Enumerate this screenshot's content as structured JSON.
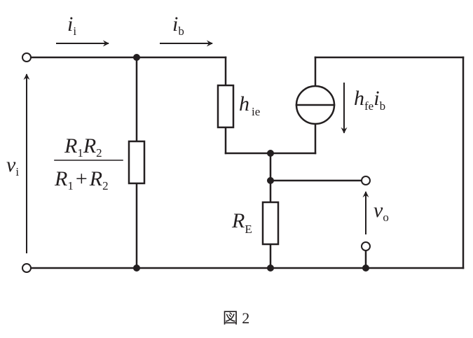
{
  "labels": {
    "input_current": {
      "sym": "i",
      "sub": "i"
    },
    "base_current": {
      "sym": "i",
      "sub": "b"
    },
    "input_voltage": {
      "sym": "v",
      "sub": "i"
    },
    "output_voltage": {
      "sym": "v",
      "sub": "o"
    },
    "hie": {
      "sym": "h",
      "sub": "ie"
    },
    "source": {
      "sym1": "h",
      "sub1": "fe",
      "sym2": "i",
      "sub2": "b"
    },
    "re": {
      "sym": "R",
      "sub": "E"
    },
    "bias": {
      "num": {
        "r1": "R",
        "s1": "1",
        "r2": "R",
        "s2": "2"
      },
      "den": {
        "r1": "R",
        "s1": "1",
        "op": "+",
        "r2": "R",
        "s2": "2"
      }
    }
  },
  "caption": {
    "text": "図 2"
  }
}
